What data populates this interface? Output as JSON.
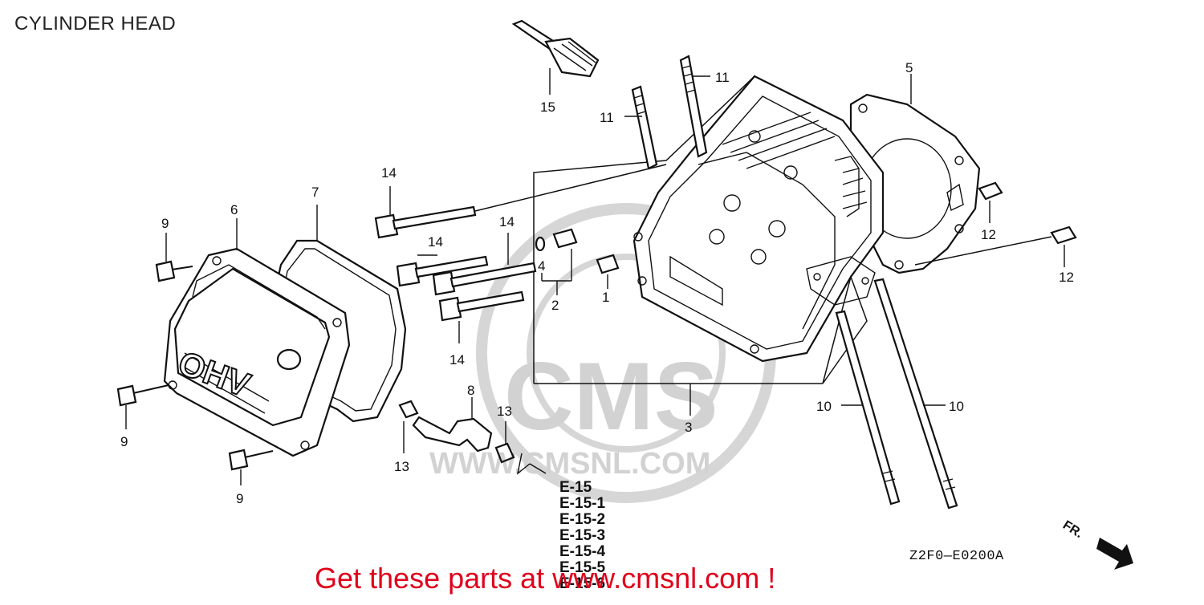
{
  "page": {
    "title": "CYLINDER HEAD"
  },
  "callouts": [
    {
      "ref": "1",
      "label": "1"
    },
    {
      "ref": "2",
      "label": "2"
    },
    {
      "ref": "3",
      "label": "3"
    },
    {
      "ref": "4",
      "label": "4"
    },
    {
      "ref": "5",
      "label": "5"
    },
    {
      "ref": "6",
      "label": "6"
    },
    {
      "ref": "7",
      "label": "7"
    },
    {
      "ref": "8",
      "label": "8"
    },
    {
      "ref": "9a",
      "label": "9"
    },
    {
      "ref": "9b",
      "label": "9"
    },
    {
      "ref": "9c",
      "label": "9"
    },
    {
      "ref": "10a",
      "label": "10"
    },
    {
      "ref": "10b",
      "label": "10"
    },
    {
      "ref": "11a",
      "label": "11"
    },
    {
      "ref": "11b",
      "label": "11"
    },
    {
      "ref": "12a",
      "label": "12"
    },
    {
      "ref": "12b",
      "label": "12"
    },
    {
      "ref": "13a",
      "label": "13"
    },
    {
      "ref": "13b",
      "label": "13"
    },
    {
      "ref": "14a",
      "label": "14"
    },
    {
      "ref": "14b",
      "label": "14"
    },
    {
      "ref": "14c",
      "label": "14"
    },
    {
      "ref": "14d",
      "label": "14"
    },
    {
      "ref": "15",
      "label": "15"
    }
  ],
  "cover_marking": "OHV",
  "section_refs": [
    "E-15",
    "E-15-1",
    "E-15-2",
    "E-15-3",
    "E-15-4",
    "E-15-5",
    "E-15-6"
  ],
  "reference_code": "Z2F0—E0200A",
  "direction_label": "FR.",
  "watermark": {
    "brand": "CMS",
    "url": "WWW.CMSNL.COM",
    "banner": "Get these parts at www.cmsnl.com !"
  },
  "colors": {
    "banner": "#e0001b",
    "line": "#111111",
    "watermark": "#d2d2d2"
  }
}
